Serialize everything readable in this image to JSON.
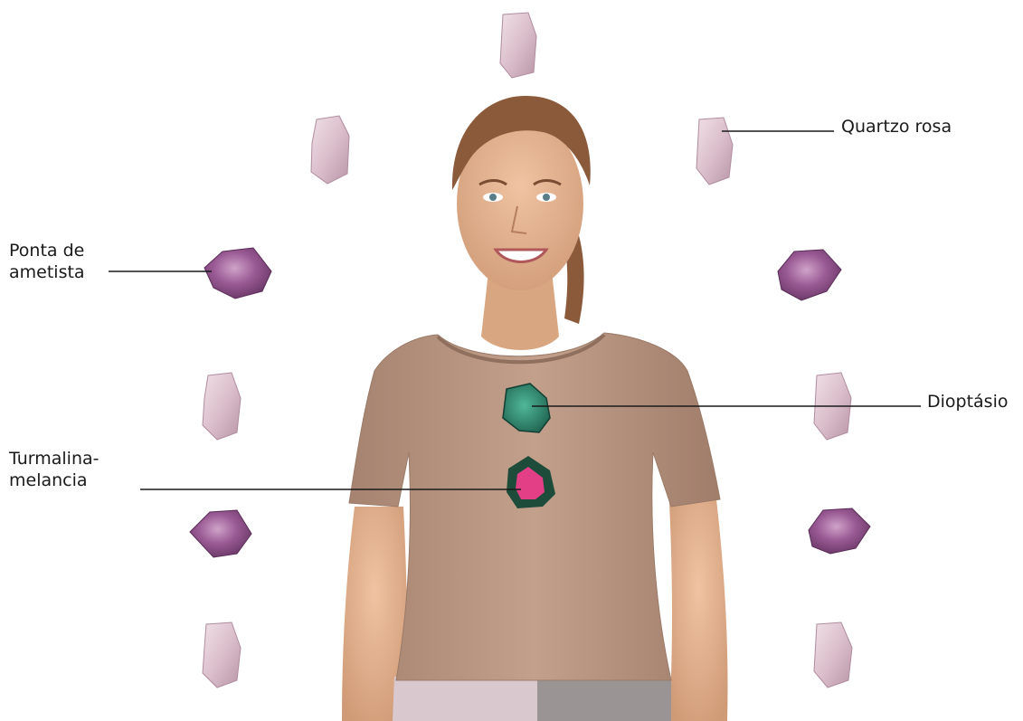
{
  "labels": {
    "quartzo_rosa": "Quartzo rosa",
    "ponta_ametista": [
      "Ponta de",
      "ametista"
    ],
    "dioptasio": "Dioptásio",
    "turmalina": [
      "Turmalina-",
      "melancia"
    ]
  },
  "colors": {
    "background": "#ffffff",
    "shirt": "#b89682",
    "skin": "#e3b08d",
    "hair": "#8a5a3a",
    "rose_quartz": "#dcc0cc",
    "amethyst": "#8e4f88",
    "dioptase": "#2f8a6f",
    "watermelon_pink": "#e33f86",
    "watermelon_rind": "#1e4c3b",
    "leader_line": "#1a1a1a"
  }
}
